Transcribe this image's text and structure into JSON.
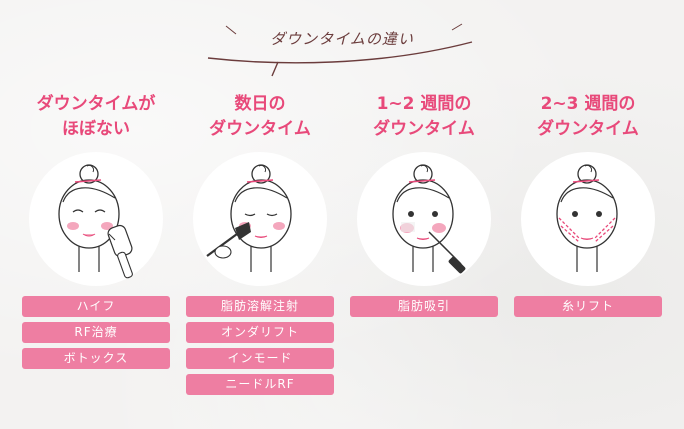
{
  "title": "ダウンタイムの違い",
  "colors": {
    "heading": "#e8497a",
    "tag_bg": "#ee7ea2",
    "title": "#6b3c3c"
  },
  "columns": [
    {
      "heading": "ダウンタイムが\nほぼない",
      "illustration": "face-with-rf-device-icon",
      "treatments": [
        "ハイフ",
        "RF治療",
        "ボトックス"
      ]
    },
    {
      "heading": "数日の\nダウンタイム",
      "illustration": "face-with-brush-icon",
      "treatments": [
        "脂肪溶解注射",
        "オンダリフト",
        "インモード",
        "ニードルRF"
      ]
    },
    {
      "heading": "1~2 週間の\nダウンタイム",
      "illustration": "face-with-cannula-icon",
      "treatments": [
        "脂肪吸引"
      ]
    },
    {
      "heading": "2~3 週間の\nダウンタイム",
      "illustration": "face-with-thread-lines-icon",
      "treatments": [
        "糸リフト"
      ]
    }
  ]
}
